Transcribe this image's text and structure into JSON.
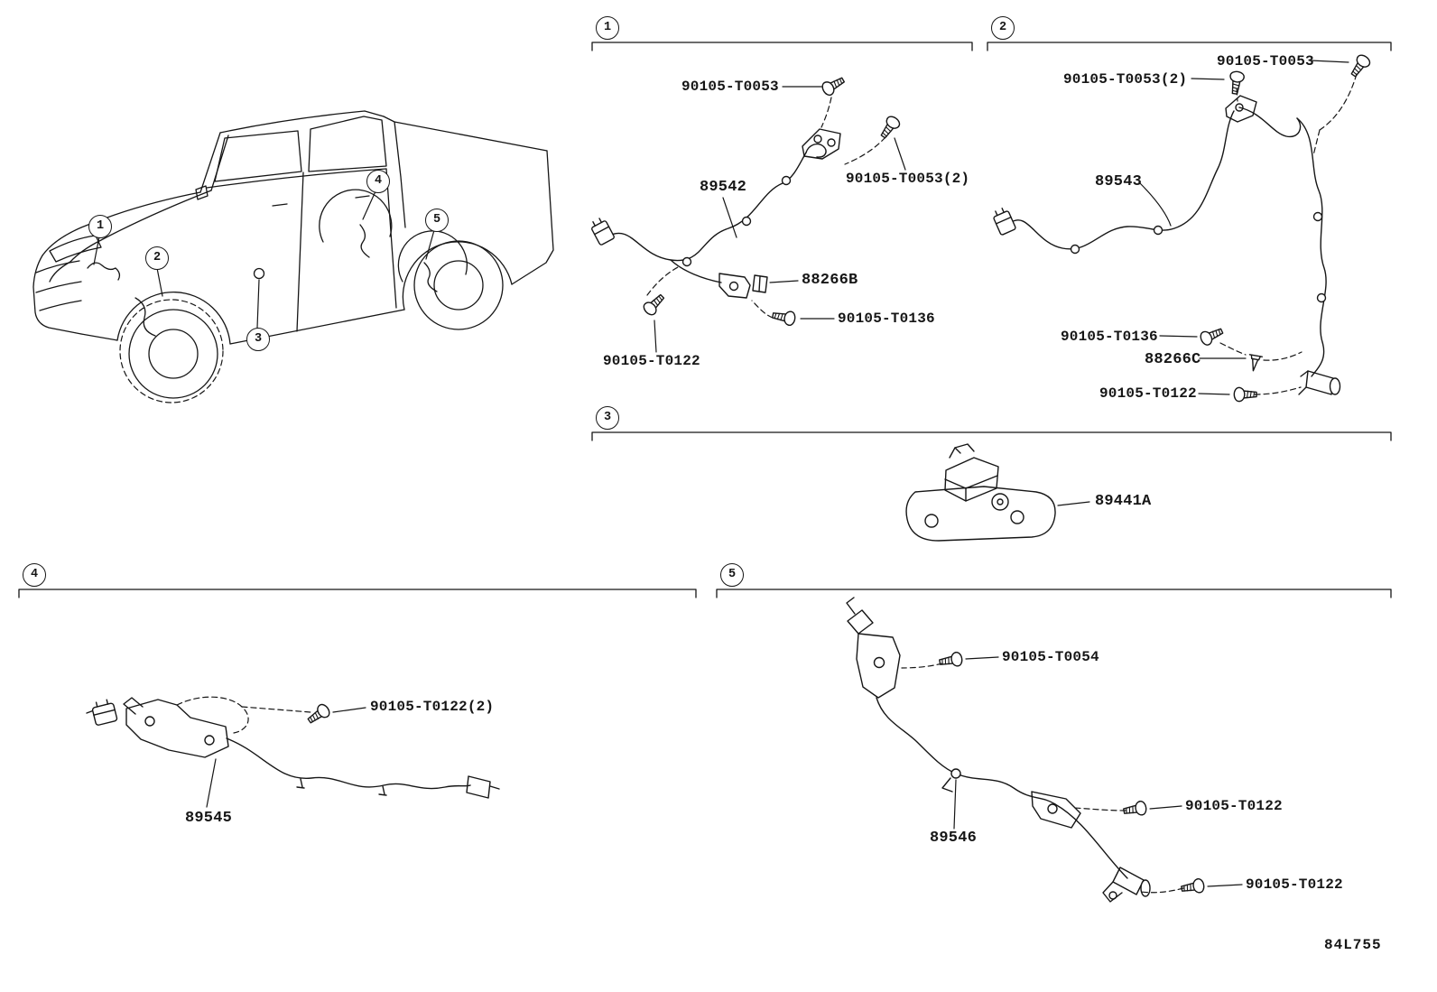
{
  "drawing_code": "84L755",
  "vehicle": {
    "callouts": [
      {
        "n": "1"
      },
      {
        "n": "2"
      },
      {
        "n": "3"
      },
      {
        "n": "4"
      },
      {
        "n": "5"
      }
    ]
  },
  "sections": [
    {
      "number": "1",
      "labels": {
        "bolt_top": "90105-T0053",
        "bolt_side": "90105-T0053(2)",
        "harness": "89542",
        "bracket": "88266B",
        "bolt_bracket": "90105-T0136",
        "bolt_lower": "90105-T0122"
      }
    },
    {
      "number": "2",
      "labels": {
        "bolt_top": "90105-T0053",
        "bolt_top2": "90105-T0053(2)",
        "harness": "89543",
        "bolt_bracket": "90105-T0136",
        "clip": "88266C",
        "bolt_lower": "90105-T0122"
      }
    },
    {
      "number": "3",
      "labels": {
        "bracket_sensor": "89441A"
      }
    },
    {
      "number": "4",
      "labels": {
        "bolt": "90105-T0122(2)",
        "harness": "89545"
      }
    },
    {
      "number": "5",
      "labels": {
        "bolt_upper": "90105-T0054",
        "bolt_mid": "90105-T0122",
        "harness": "89546",
        "bolt_lower": "90105-T0122"
      }
    }
  ]
}
